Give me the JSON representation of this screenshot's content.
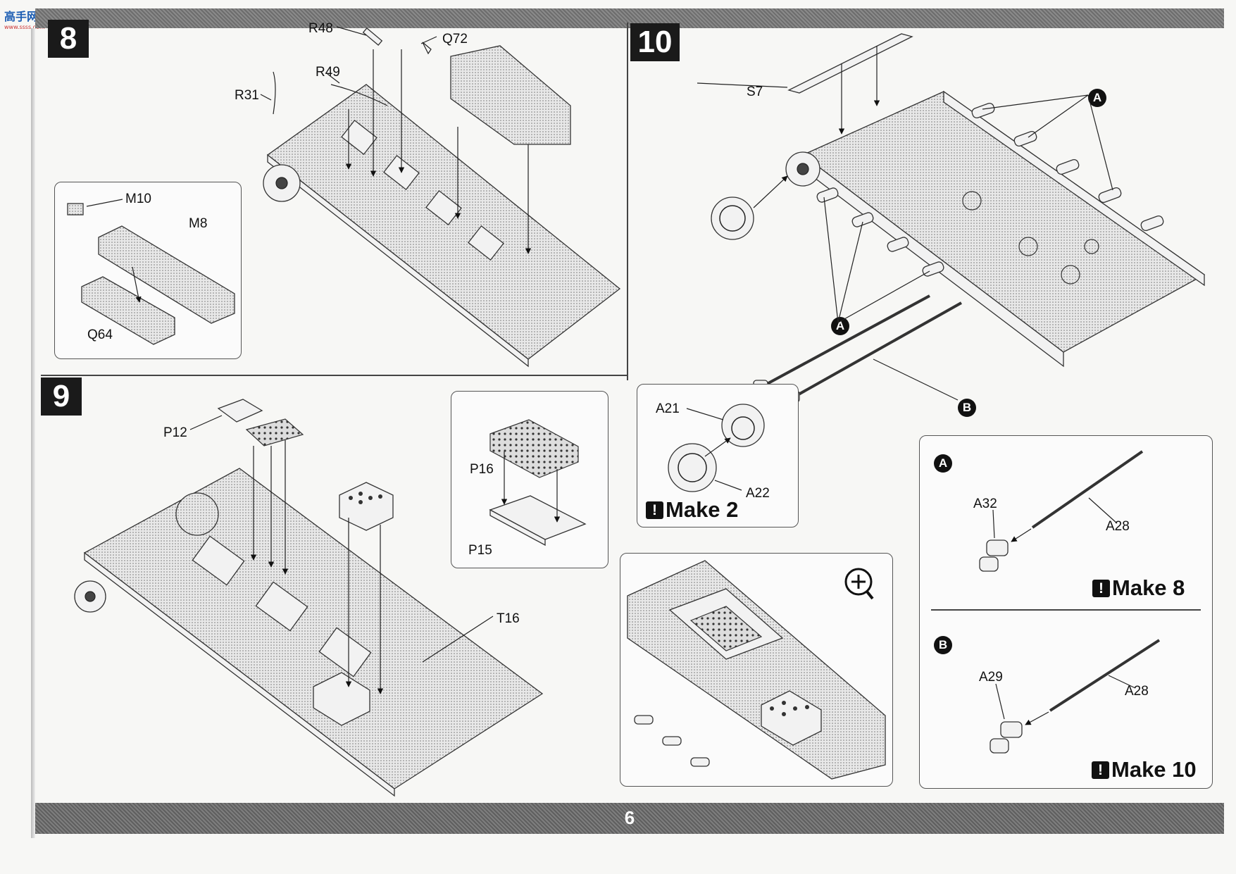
{
  "page": {
    "number": "6"
  },
  "watermark": {
    "logo_text": "高手网",
    "logo_sub": "www.ssss.com"
  },
  "steps": {
    "s8": {
      "number": "8",
      "labels": {
        "r48": "R48",
        "q72": "Q72",
        "r49": "R49",
        "r31": "R31"
      },
      "inset": {
        "m10": "M10",
        "m8": "M8",
        "q64": "Q64"
      }
    },
    "s9": {
      "number": "9",
      "labels": {
        "p12": "P12",
        "t16": "T16"
      },
      "inset": {
        "p16": "P16",
        "p15": "P15"
      }
    },
    "s10": {
      "number": "10",
      "labels": {
        "s7": "S7",
        "a_top": "A",
        "a_bottom": "A",
        "b": "B"
      },
      "wheel_inset": {
        "a21": "A21",
        "a22": "A22",
        "make": "Make 2"
      },
      "detail_a": {
        "letter": "A",
        "a32": "A32",
        "a28": "A28",
        "make": "Make 8"
      },
      "detail_b": {
        "letter": "B",
        "a29": "A29",
        "a28": "A28",
        "make": "Make 10"
      }
    },
    "zoom": {
      "icon": "magnify-plus-icon"
    }
  },
  "icons": {
    "warning": "!"
  },
  "colors": {
    "ink": "#111111",
    "bar": "#6d6d6d",
    "paper": "#f7f7f5"
  }
}
